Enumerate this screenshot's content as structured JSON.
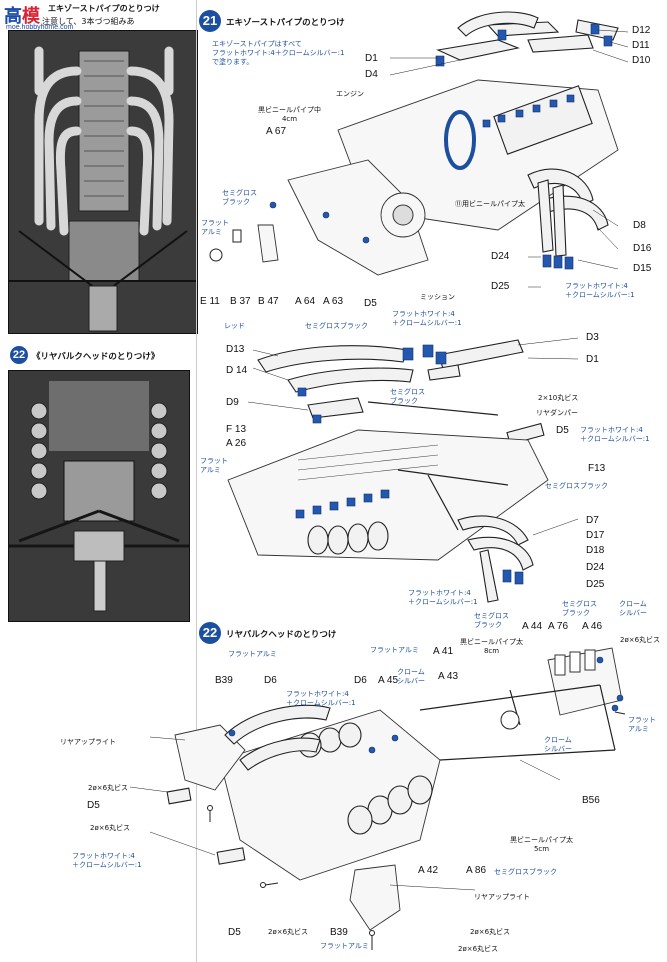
{
  "watermark": {
    "logo_text": "高",
    "logo_text2": "模",
    "site": "moe.hobbyhome.com"
  },
  "left_column": {
    "top_caption_line1": "エキゾーストパイプのとりつけ",
    "top_caption_line2": "注意して、3本づつ組みあ",
    "section22_badge": "22",
    "section22_caption": "《リヤバルクヘッドのとりつけ》"
  },
  "step21": {
    "badge": "21",
    "title": "エキゾーストパイプのとりつけ",
    "note": [
      "エキゾーストパイプはすべて",
      "フラットホワイト:4＋クロームシルバー:1",
      "で塗ります。"
    ],
    "engine_label": "エンジン",
    "pipe_label": [
      "黒ビニールパイプ中",
      "4cm"
    ],
    "tube_label": "⑪用ビニールパイプ太",
    "mission_label": "ミッション",
    "parts": [
      "D1",
      "D4",
      "D12",
      "D11",
      "D10",
      "A 67",
      "D8",
      "D16",
      "D24",
      "D15",
      "D25",
      "E 11",
      "B 37",
      "B 47",
      "A 64",
      "A 63",
      "D5"
    ],
    "color_notes": {
      "semigloss_black": [
        "セミグロス",
        "ブラック"
      ],
      "flat_alumi": [
        "フラット",
        "アルミ"
      ],
      "red": "レッド",
      "semigloss_black2": "セミグロスブラック",
      "flat_white_chrome_a": [
        "フラットホワイト:4",
        "＋クロームシルバー:1"
      ],
      "flat_white_chrome_b": [
        "フラットホワイト:4",
        "＋クロームシルバー:1"
      ]
    }
  },
  "step21b": {
    "parts": [
      "D13",
      "D 14",
      "D3",
      "D1",
      "D9",
      "F 13",
      "A 26",
      "D5",
      "F13",
      "D7",
      "D17",
      "D18",
      "D24",
      "D25"
    ],
    "screw": "2×10丸ビス",
    "rear_damper": "リヤダンパー",
    "notes": {
      "semigloss_black": [
        "セミグロス",
        "ブラック"
      ],
      "flat_alumi": [
        "フラット",
        "アルミ"
      ],
      "flat_white_chrome_a": [
        "フラットホワイト:4",
        "＋クロームシルバー:1"
      ],
      "semigloss_black2": "セミグロスブラック",
      "flat_white_chrome_b": [
        "フラットホワイト:4",
        "＋クロームシルバー:1"
      ]
    }
  },
  "step22": {
    "badge": "22",
    "title": "リヤバルクヘッドのとりつけ",
    "parts": [
      "B39",
      "D6",
      "D6",
      "A 45",
      "A 43",
      "A 41",
      "A 44",
      "A 76",
      "A 46",
      "D5",
      "B56",
      "A 42",
      "A 86",
      "D5",
      "B39"
    ],
    "labels": {
      "flat_alumi_1": "フラットアルミ",
      "rear_light_1": "リヤアップライト",
      "screw_1": "2ø×6丸ビス",
      "screw_2": "2ø×6丸ビス",
      "flat_white_chrome": [
        "フラットホワイト:4",
        "＋クロームシルバー:1"
      ],
      "flat_white_chrome_2": [
        "フラットホワイト:4",
        "＋クロームシルバー:1"
      ],
      "flat_alumi_2": "フラットアルミ",
      "chrome_silver": [
        "クローム",
        "シルバー"
      ],
      "black_pipe": [
        "黒ビニールパイプ太",
        "8cm"
      ],
      "semigloss_a": [
        "セミグロス",
        "ブラック"
      ],
      "semigloss_b": [
        "セミグロス",
        "ブラック"
      ],
      "chrome_silver_2": [
        "クローム",
        "シルバー"
      ],
      "screw_3": "2ø×6丸ビス",
      "flat_alumi_3": [
        "フラット",
        "アルミ"
      ],
      "chrome_silver_3": [
        "クローム",
        "シルバー"
      ],
      "black_pipe_2": [
        "黒ビニールパイプ太",
        "5cm"
      ],
      "semigloss_black": "セミグロスブラック",
      "rear_light_2": "リヤアップライト",
      "screw_4": "2ø×6丸ビス",
      "screw_5": "2ø×6丸ビス",
      "flat_alumi_4": "フラットアルミ",
      "screw_6": "2ø×6丸ビス"
    }
  }
}
